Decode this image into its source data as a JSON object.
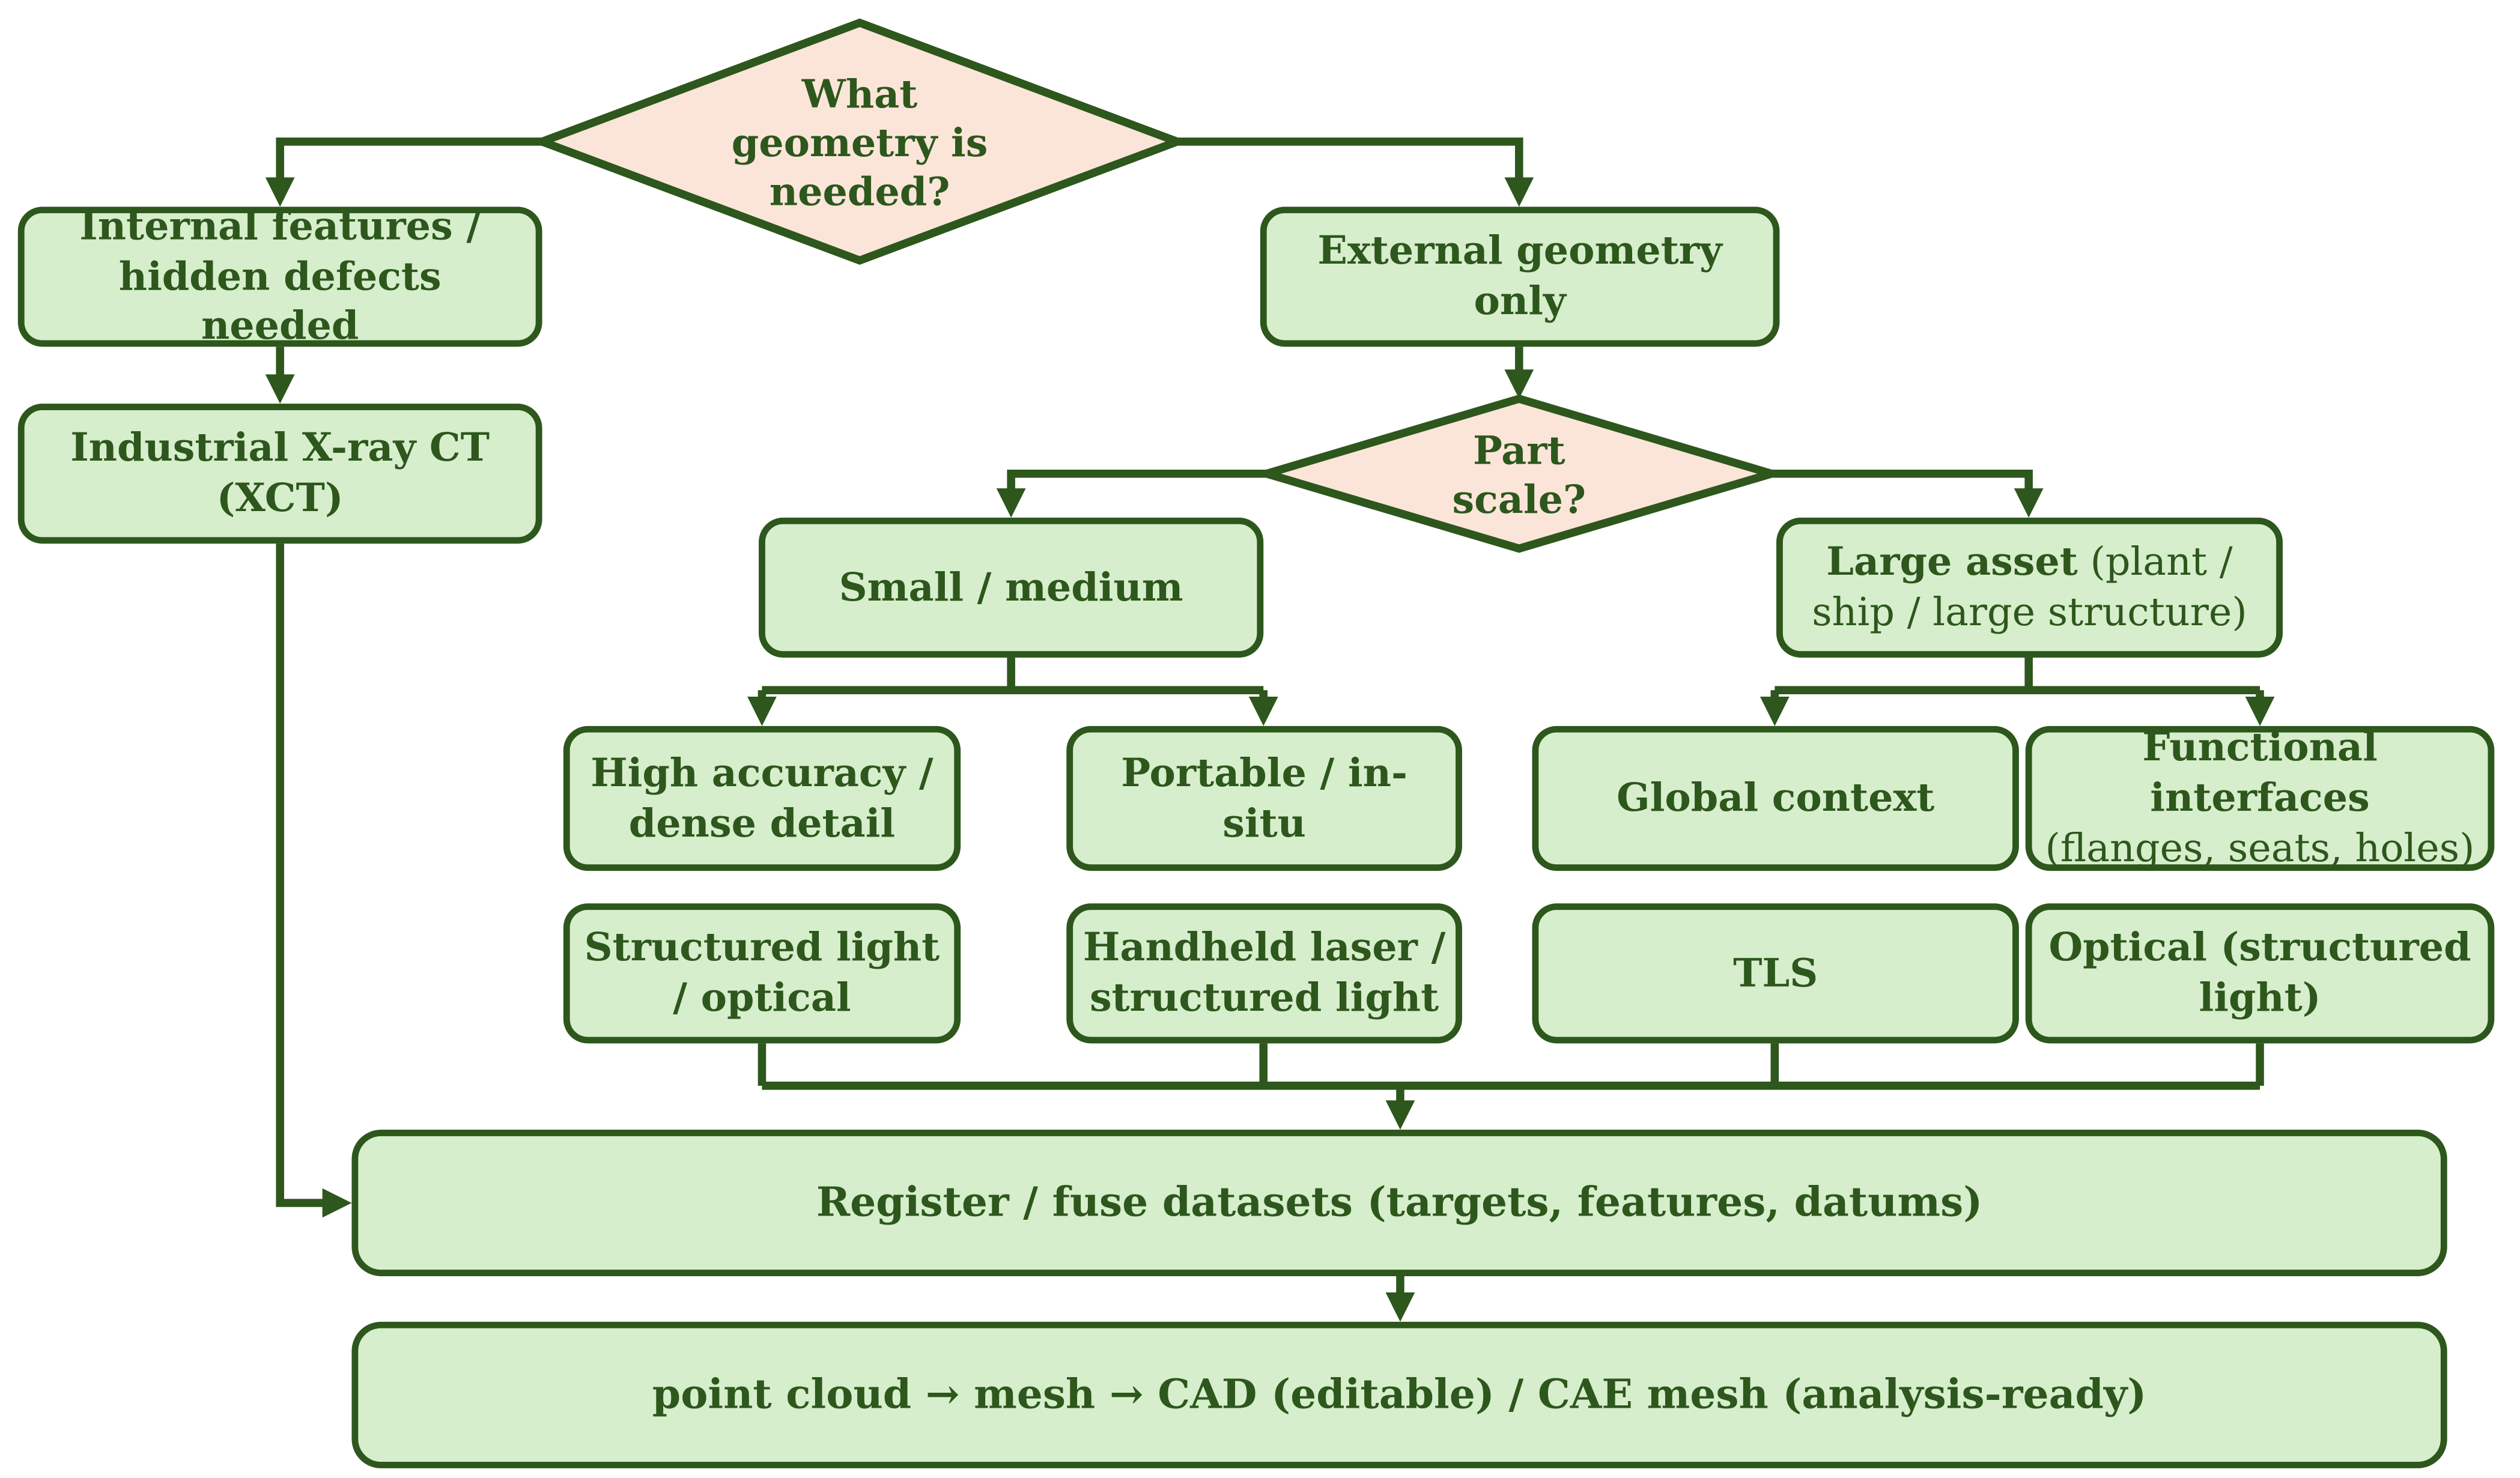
{
  "colors": {
    "node_fill": "#d6eecb",
    "decision_fill": "#fbe5d9",
    "ink": "#2d571c",
    "background": "#ffffff"
  },
  "diagram": {
    "decision_what_geometry": {
      "lines": [
        "What",
        "geometry is",
        "needed?"
      ]
    },
    "internal_features": {
      "lines": [
        "Internal features /",
        "hidden defects needed"
      ]
    },
    "industrial_xct": {
      "lines": [
        "Industrial X-ray CT",
        "(XCT)"
      ]
    },
    "external_geometry": {
      "lines": [
        "External geometry",
        "only"
      ]
    },
    "decision_part_scale": {
      "lines": [
        "Part",
        "scale?"
      ]
    },
    "small_medium": {
      "lines": [
        "Small / medium"
      ]
    },
    "large_asset": {
      "bold": "Large asset",
      "after_bold": " (plant /",
      "line2": "ship / large structure)"
    },
    "high_accuracy": {
      "lines": [
        "High accuracy /",
        "dense detail"
      ]
    },
    "portable_in_situ": {
      "lines": [
        "Portable / in-situ"
      ]
    },
    "global_context": {
      "lines": [
        "Global context"
      ]
    },
    "functional_interfaces": {
      "bold": "Functional interfaces",
      "line2": "(flanges, seats, holes)"
    },
    "structured_light_optical": {
      "lines": [
        "Structured light",
        "/ optical"
      ]
    },
    "handheld_laser": {
      "lines": [
        "Handheld laser /",
        "structured light"
      ]
    },
    "tls": {
      "lines": [
        "TLS"
      ]
    },
    "optical_structured_light": {
      "lines": [
        "Optical (structured",
        "light)"
      ]
    },
    "register_fuse": {
      "lines": [
        "Register / fuse datasets (targets, features, datums)"
      ]
    },
    "output_pipeline": {
      "lines": [
        "point cloud → mesh → CAD (editable) / CAE mesh (analysis-ready)"
      ]
    }
  }
}
